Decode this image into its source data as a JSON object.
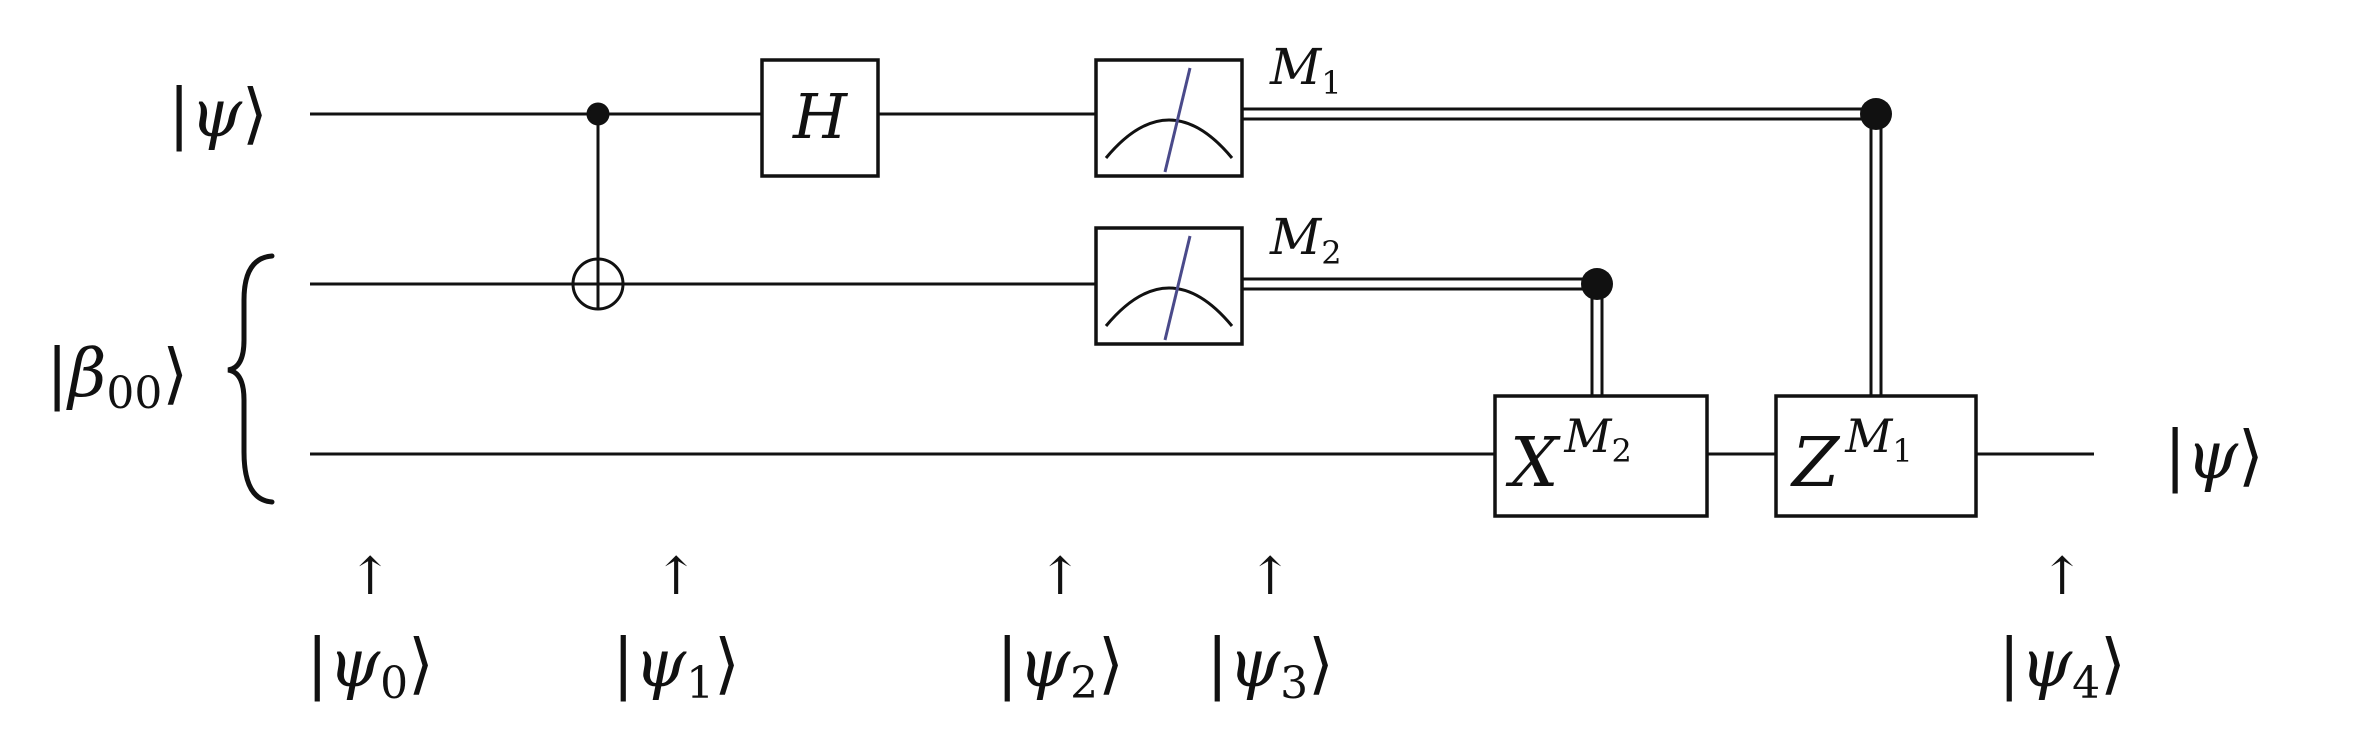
{
  "inputs": {
    "psi_ket": {
      "open": "|",
      "symbol": "ψ",
      "close": "⟩"
    },
    "bell_ket": {
      "open": "|",
      "symbol": "β",
      "sub": "00",
      "close": "⟩"
    }
  },
  "gates": {
    "hadamard": "H",
    "meter_1_label": {
      "symbol": "M",
      "sub": "1"
    },
    "meter_2_label": {
      "symbol": "M",
      "sub": "2"
    },
    "x_correction": {
      "symbol": "X",
      "sup": "M",
      "sup_sub": "2"
    },
    "z_correction": {
      "symbol": "Z",
      "sup": "M",
      "sup_sub": "1"
    }
  },
  "output": {
    "open": "|",
    "symbol": "ψ",
    "close": "⟩"
  },
  "state_markers": {
    "arrow": "↑",
    "items": [
      {
        "symbol": "ψ",
        "sub": "0"
      },
      {
        "symbol": "ψ",
        "sub": "1"
      },
      {
        "symbol": "ψ",
        "sub": "2"
      },
      {
        "symbol": "ψ",
        "sub": "3"
      },
      {
        "symbol": "ψ",
        "sub": "4"
      }
    ]
  },
  "ket": {
    "open": "|",
    "close": "⟩"
  },
  "colors": {
    "ink": "#111111",
    "meter_needle": "#4a4a8a",
    "background": "#ffffff"
  }
}
